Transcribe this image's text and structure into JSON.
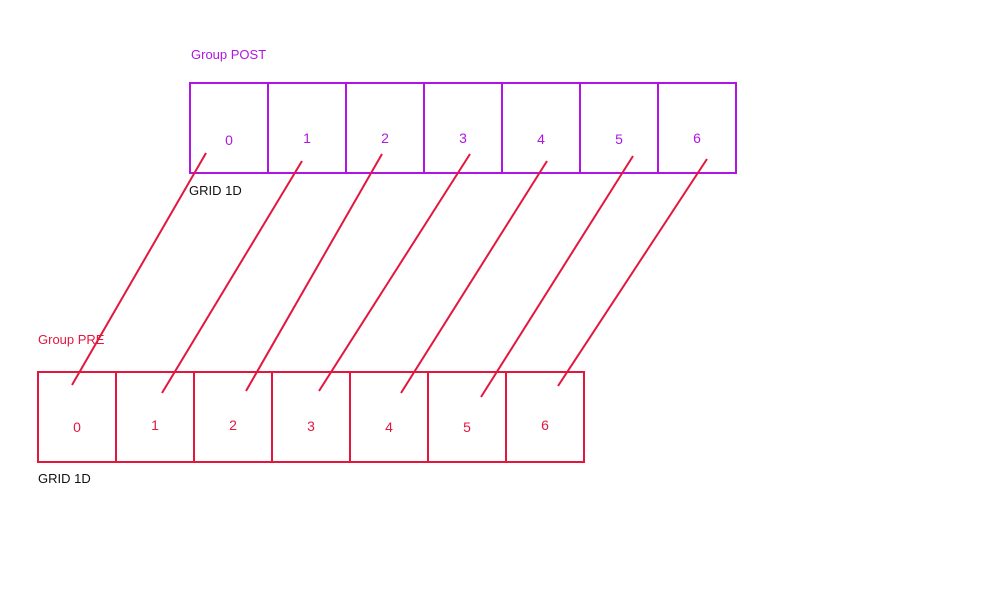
{
  "colors": {
    "post": "#b016e0",
    "pre": "#e3173e",
    "text": "#111111"
  },
  "post_group": {
    "title": "Group POST",
    "grid_label": "GRID 1D",
    "cells": [
      "0",
      "1",
      "2",
      "3",
      "4",
      "5",
      "6"
    ]
  },
  "pre_group": {
    "title": "Group PRE",
    "grid_label": "GRID 1D",
    "cells": [
      "0",
      "1",
      "2",
      "3",
      "4",
      "5",
      "6"
    ]
  },
  "connections": [
    {
      "from": 0,
      "to": 0
    },
    {
      "from": 1,
      "to": 1
    },
    {
      "from": 2,
      "to": 2
    },
    {
      "from": 3,
      "to": 3
    },
    {
      "from": 4,
      "to": 4
    },
    {
      "from": 5,
      "to": 5
    },
    {
      "from": 6,
      "to": 6
    }
  ]
}
